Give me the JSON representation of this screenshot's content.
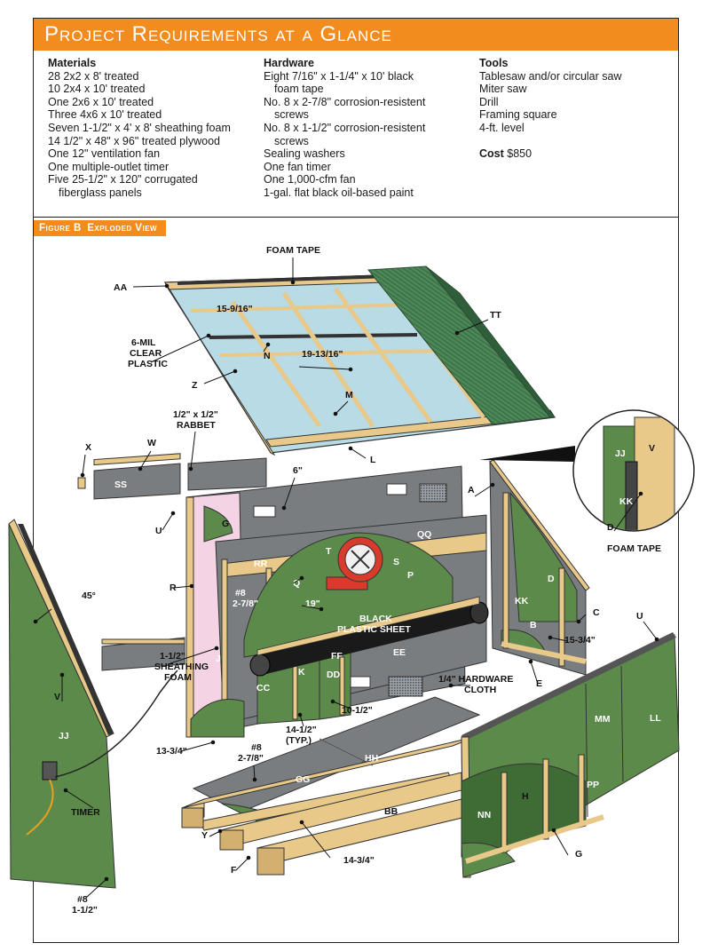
{
  "header": {
    "title": "Project Requirements at a Glance"
  },
  "materials": {
    "heading": "Materials",
    "items": [
      {
        "line": "28 2x2 x 8' treated"
      },
      {
        "line": "10 2x4 x 10' treated"
      },
      {
        "line": "One 2x6 x 10' treated"
      },
      {
        "line": "Three 4x6 x 10' treated"
      },
      {
        "line": "Seven 1-1/2\" x 4' x 8' sheathing foam"
      },
      {
        "line": "14 1/2\" x 48\" x 96\" treated plywood"
      },
      {
        "line": "One 12\" ventilation fan"
      },
      {
        "line": "One multiple-outlet timer"
      },
      {
        "line": "Five 25-1/2\" x 120\" corrugated",
        "cont": "fiberglass panels"
      }
    ]
  },
  "hardware": {
    "heading": "Hardware",
    "items": [
      {
        "line": "Eight 7/16\" x 1-1/4\" x 10' black",
        "cont": "foam tape"
      },
      {
        "line": "No. 8 x 2-7/8\" corrosion-resistent",
        "cont": "screws"
      },
      {
        "line": "No. 8 x 1-1/2\" corrosion-resistent",
        "cont": "screws"
      },
      {
        "line": "Sealing washers"
      },
      {
        "line": "One fan timer"
      },
      {
        "line": "One 1,000-cfm fan"
      },
      {
        "line": "1-gal. flat black oil-based paint"
      }
    ]
  },
  "tools": {
    "heading": "Tools",
    "items": [
      "Tablesaw and/or circular saw",
      "Miter saw",
      "Drill",
      "Framing square",
      "4-ft. level"
    ],
    "cost_label": "Cost",
    "cost_value": "$850"
  },
  "figure": {
    "tab": "Figure B",
    "title": "Exploded View"
  },
  "colors": {
    "orange": "#f28c1f",
    "plywood_green": "#5c8a4a",
    "dark_green": "#3f6b35",
    "lumber": "#e8c98a",
    "gray_panel": "#7a7d80",
    "foam_pink": "#f4d3e4",
    "fan_red": "#d93a2b",
    "black": "#1a1a1a"
  },
  "labels": {
    "foam_tape_top": "FOAM TAPE",
    "aa": "AA",
    "tt": "TT",
    "d_15_9_16": "15-9/16\"",
    "mil1": "6-MIL",
    "mil2": "CLEAR",
    "mil3": "PLASTIC",
    "n": "N",
    "d_19_13_16": "19-13/16\"",
    "z": "Z",
    "m": "M",
    "l": "L",
    "rabbet1": "1/2\" x 1/2\"",
    "rabbet2": "RABBET",
    "x": "X",
    "w": "W",
    "ss": "SS",
    "d_6": "6\"",
    "g_back": "G",
    "a": "A",
    "jj_inset": "JJ",
    "v_inset": "V",
    "kk_inset": "KK",
    "d_inset": "D",
    "foam_tape_inset": "FOAM TAPE",
    "qq": "QQ",
    "u_left": "U",
    "rr": "RR",
    "t": "T",
    "s": "S",
    "p": "P",
    "q": "Q",
    "r": "R",
    "screw1": "#8",
    "screw2": "2-7/8\"",
    "d_19": "19\"",
    "black1": "BLACK",
    "black2": "PLASTIC SHEET",
    "d_right": "D",
    "kk": "KK",
    "c": "C",
    "b": "B",
    "d_15_3_4": "15-3/4\"",
    "e": "E",
    "u_right": "U",
    "deg45": "45°",
    "v_left": "V",
    "jj": "JJ",
    "j": "J",
    "sheath1": "1-1/2\"",
    "sheath2": "SHEATHING",
    "sheath3": "FOAM",
    "ff": "FF",
    "ee": "EE",
    "k": "K",
    "cc": "CC",
    "dd": "DD",
    "hw1": "1/4\" HARDWARE",
    "hw2": "CLOTH",
    "d_10_1_2": "10-1/2\"",
    "d_14_1_2": "14-1/2\"",
    "typ": "(TYP.)",
    "d_13_3_4": "13-3/4\"",
    "screw3": "#8",
    "screw4": "2-7/8\"",
    "hh": "HH",
    "mm": "MM",
    "ll": "LL",
    "pp": "PP",
    "gg": "GG",
    "timer": "TIMER",
    "nn": "NN",
    "h": "H",
    "bb": "BB",
    "y": "Y",
    "d_14_3_4": "14-3/4\"",
    "g_bottom": "G",
    "f": "F",
    "screw5": "#8",
    "screw6": "1-1/2\""
  }
}
